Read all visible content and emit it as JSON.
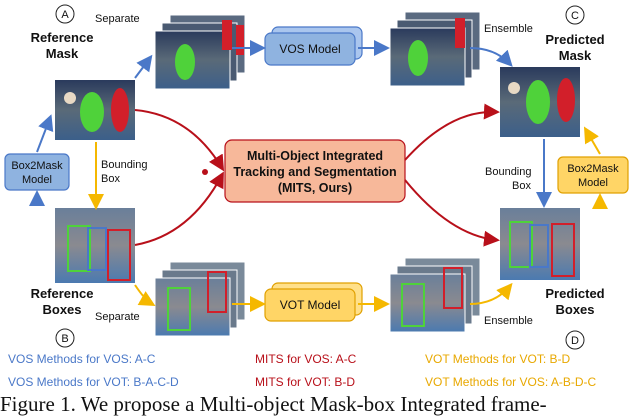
{
  "nodes": {
    "ref_mask": {
      "letter": "A",
      "label1": "Reference",
      "label2": "Mask"
    },
    "pred_mask": {
      "letter": "C",
      "label1": "Predicted",
      "label2": "Mask"
    },
    "ref_boxes": {
      "letter": "B",
      "label1": "Reference",
      "label2": "Boxes"
    },
    "pred_boxes": {
      "letter": "D",
      "label1": "Predicted",
      "label2": "Boxes"
    }
  },
  "edges": {
    "separate_top": "Separate",
    "ensemble_top": "Ensemble",
    "separate_bottom": "Separate",
    "ensemble_bottom": "Ensemble",
    "bbox_left_1": "Bounding",
    "bbox_left_2": "Box",
    "bbox_right_1": "Bounding",
    "bbox_right_2": "Box"
  },
  "models": {
    "vos": "VOS Model",
    "vot": "VOT Model",
    "box2mask_left_1": "Box2Mask",
    "box2mask_left_2": "Model",
    "box2mask_right_1": "Box2Mask",
    "box2mask_right_2": "Model",
    "mits_1": "Multi-Object Integrated",
    "mits_2": "Tracking and Segmentation",
    "mits_3": "(MITS, Ours)"
  },
  "legend": {
    "blue1": "VOS Methods for VOS: A-C",
    "blue2": "VOS Methods for VOT: B-A-C-D",
    "red1": "MITS for VOS: A-C",
    "red2": "MITS for VOT: B-D",
    "yellow1": "VOT Methods for VOT: B-D",
    "yellow2": "VOT Methods for VOS: A-B-D-C"
  },
  "caption": "Figure 1. We propose a Multi-object Mask-box Integrated frame-",
  "colors": {
    "blue": "#4a78c8",
    "red": "#b8101a",
    "yellow": "#f5b800",
    "blue_box": "#8fb3e0",
    "yellow_box": "#ffd566",
    "mits_box": "#f7b89a"
  }
}
